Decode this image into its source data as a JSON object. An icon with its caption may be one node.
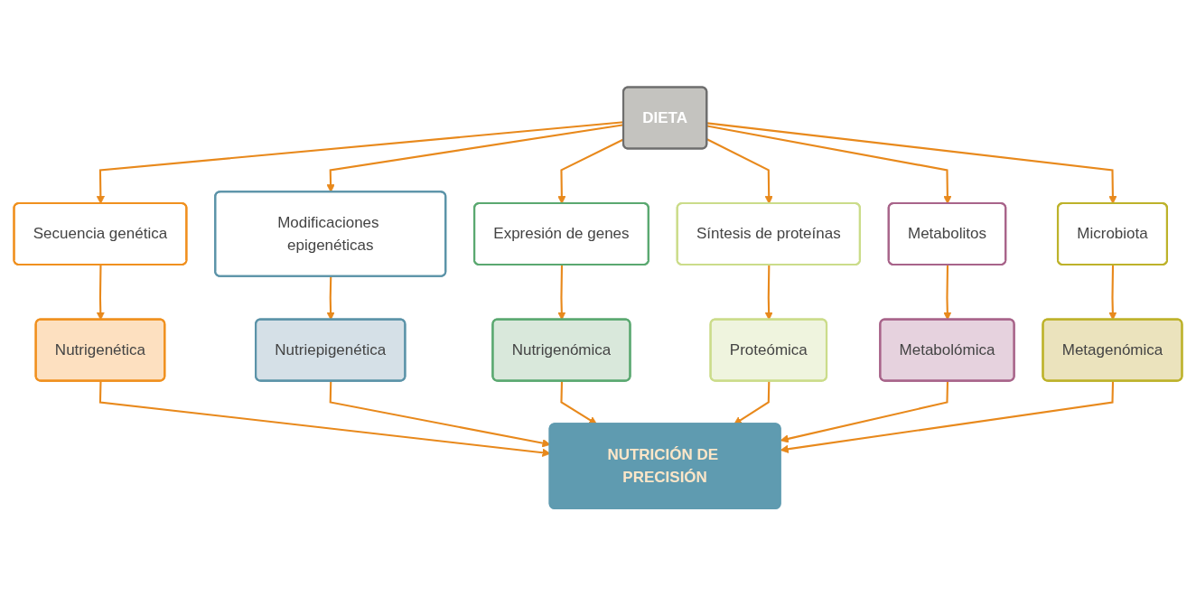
{
  "diagram": {
    "nodes": [
      {
        "text": [
          "DIETA"
        ]
      },
      {
        "text": [
          "Secuencia genética"
        ]
      },
      {
        "text": [
          "Modificaciones epigenéticas"
        ]
      },
      {
        "text": [
          "Expresión de genes"
        ]
      },
      {
        "text": [
          "Síntesis de proteínas"
        ]
      },
      {
        "text": [
          "Metabolitos"
        ]
      },
      {
        "text": [
          "Microbiota"
        ]
      },
      {
        "text": [
          "Nutrigenética"
        ]
      },
      {
        "text": [
          "Nutriepigenética"
        ]
      },
      {
        "text": [
          "Nutrigenómica"
        ]
      },
      {
        "text": [
          "Proteómica"
        ]
      },
      {
        "text": [
          "Metabolómica"
        ]
      },
      {
        "text": [
          "Metagenómica"
        ]
      },
      {
        "text": [
          "NUTRICIÓN DE PRECISIÓN"
        ]
      }
    ],
    "edges": [
      {
        "from": 0,
        "to": 1,
        "arrow": "to"
      },
      {
        "from": 0,
        "to": 2,
        "arrow": "to"
      },
      {
        "from": 0,
        "to": 3,
        "arrow": "to"
      },
      {
        "from": 0,
        "to": 4,
        "arrow": "to"
      },
      {
        "from": 0,
        "to": 5,
        "arrow": "to"
      },
      {
        "from": 0,
        "to": 6,
        "arrow": "to"
      },
      {
        "from": 1,
        "to": 7,
        "arrow": "to"
      },
      {
        "from": 2,
        "to": 8,
        "arrow": "to"
      },
      {
        "from": 3,
        "to": 9,
        "arrow": "to"
      },
      {
        "from": 4,
        "to": 10,
        "arrow": "to"
      },
      {
        "from": 5,
        "to": 11,
        "arrow": "to"
      },
      {
        "from": 6,
        "to": 12,
        "arrow": "to"
      },
      {
        "from": 7,
        "to": 13,
        "arrow": "to"
      },
      {
        "from": 8,
        "to": 13,
        "arrow": "to"
      },
      {
        "from": 9,
        "to": 13,
        "arrow": "to"
      },
      {
        "from": 10,
        "to": 13,
        "arrow": "to"
      },
      {
        "from": 11,
        "to": 13,
        "arrow": "to"
      },
      {
        "from": 12,
        "to": 13,
        "arrow": "to"
      }
    ]
  }
}
